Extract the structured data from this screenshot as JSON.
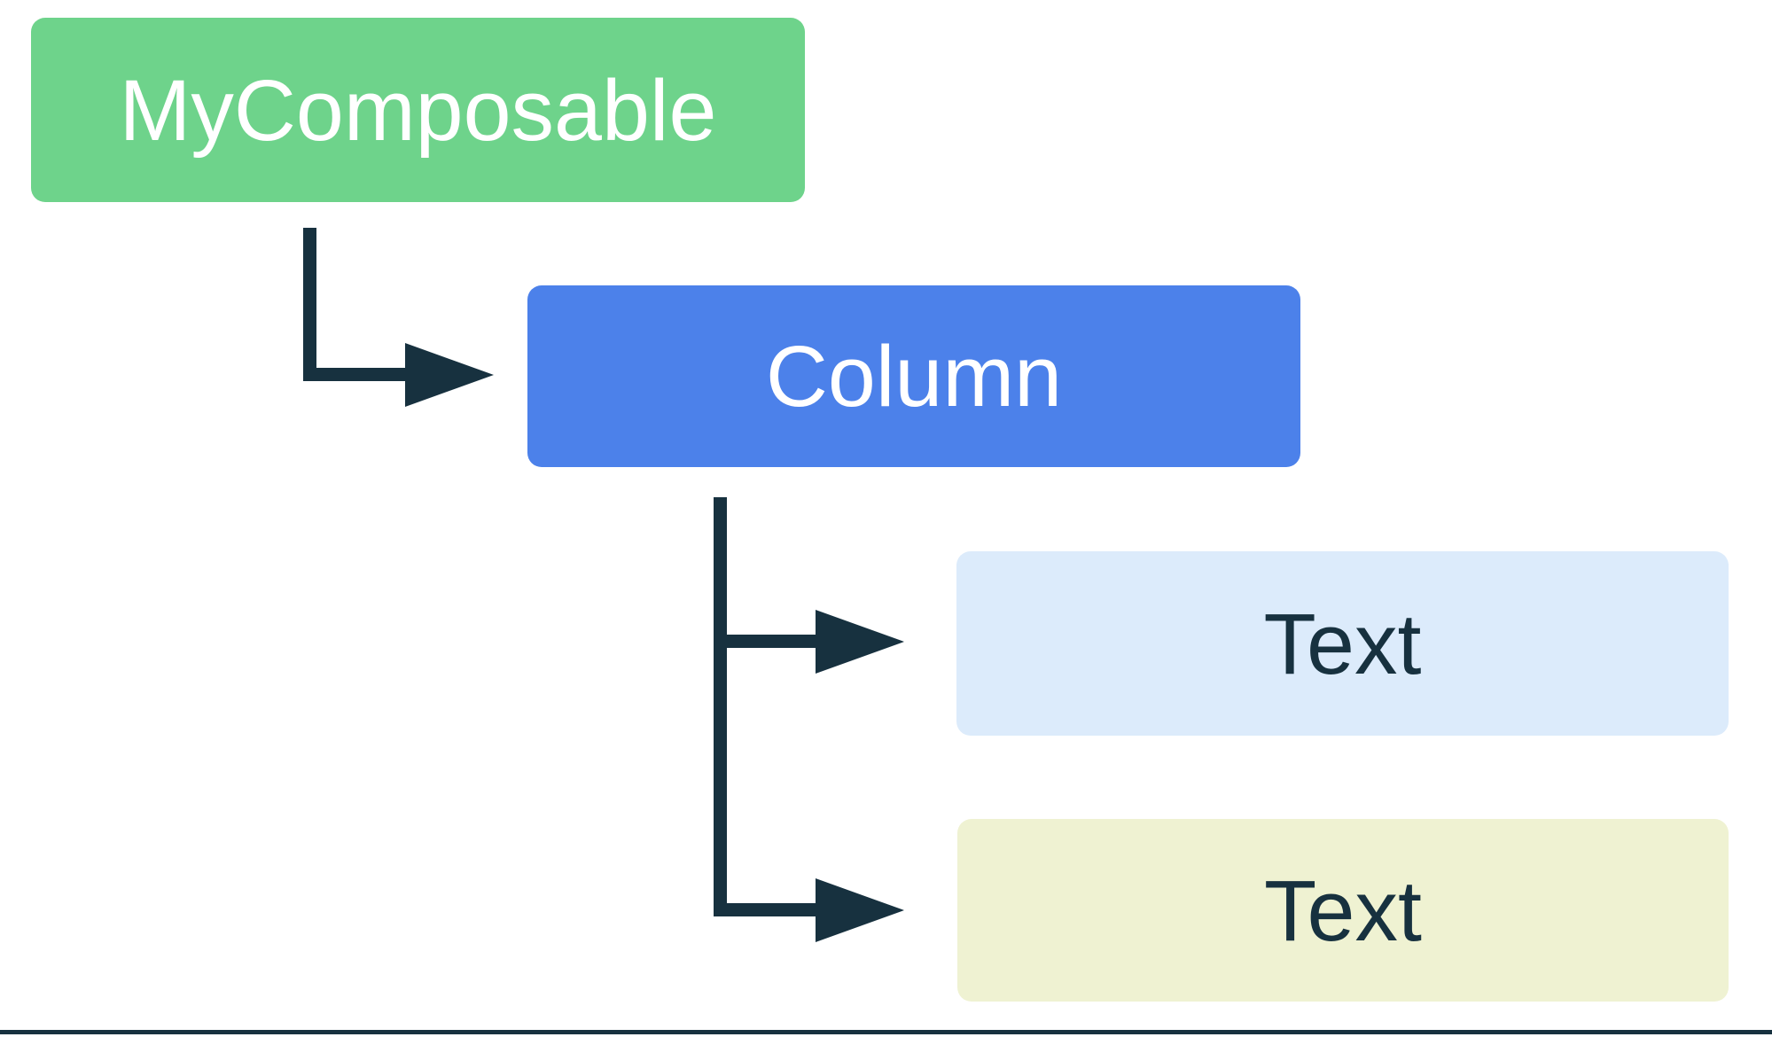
{
  "diagram": {
    "description_of_type": "ui-tree-diagram",
    "nodes": [
      {
        "id": "my-composable",
        "label": "MyComposable",
        "bg": "#6ED38B",
        "text_color": "#FFFFFF"
      },
      {
        "id": "column",
        "label": "Column",
        "bg": "#4C81EA",
        "text_color": "#FFFFFF"
      },
      {
        "id": "text-1",
        "label": "Text",
        "bg": "#DCEBFB",
        "text_color": "#17313F"
      },
      {
        "id": "text-2",
        "label": "Text",
        "bg": "#EFF2D2",
        "text_color": "#17313F"
      }
    ],
    "edges": [
      {
        "from": "my-composable",
        "to": "column"
      },
      {
        "from": "column",
        "to": "text-1"
      },
      {
        "from": "column",
        "to": "text-2"
      }
    ]
  },
  "colors": {
    "background": "#FFFFFF",
    "arrow": "#17313F",
    "bottom_rule": "#17313F"
  }
}
